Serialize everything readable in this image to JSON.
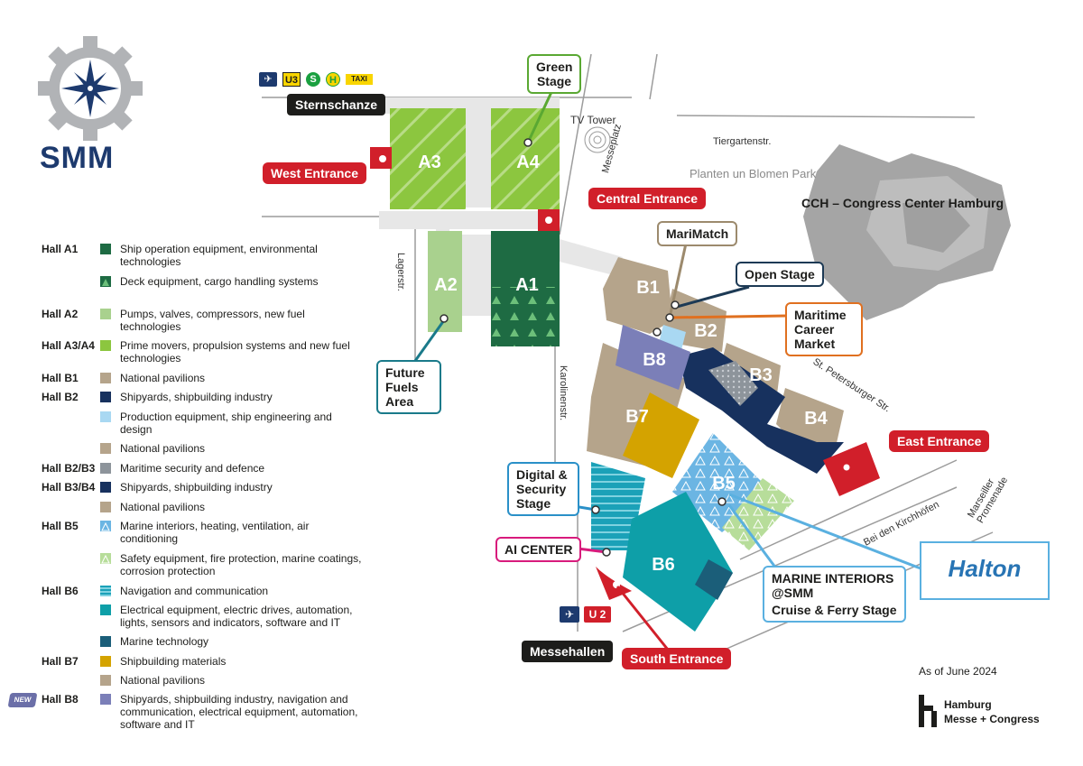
{
  "logo": {
    "text": "SMM"
  },
  "transport_top": {
    "station": "Sternschanze",
    "icons": [
      "airplane-icon",
      "u3-icon",
      "s-bahn-icon",
      "h-bus-icon",
      "taxi-icon"
    ],
    "u3": "U3",
    "s": "S",
    "h": "H",
    "taxi": "TAXI"
  },
  "transport_bottom": {
    "station": "Messehallen",
    "u2": "U 2"
  },
  "halls": {
    "A1": "A1",
    "A2": "A2",
    "A3": "A3",
    "A4": "A4",
    "B1": "B1",
    "B2": "B2",
    "B3": "B3",
    "B4": "B4",
    "B5": "B5",
    "B6": "B6",
    "B7": "B7",
    "B8": "B8"
  },
  "entrances": {
    "west": "West Entrance",
    "central": "Central Entrance",
    "east": "East Entrance",
    "south": "South Entrance"
  },
  "callouts": {
    "green_stage": "Green Stage",
    "marimatch": "MariMatch",
    "open_stage": "Open Stage",
    "career": "Maritime Career Market",
    "future_fuels": "Future Fuels Area",
    "digital": "Digital & Security Stage",
    "ai_center": "AI CENTER",
    "marine_interiors_1": "MARINE INTERIORS",
    "marine_interiors_2": "@SMM",
    "marine_interiors_3": "Cruise & Ferry Stage"
  },
  "landmarks": {
    "tv_tower": "TV Tower",
    "planten": "Planten un Blomen Park",
    "cch": "CCH – Congress Center Hamburg"
  },
  "streets": {
    "tiergarten": "Tiergartenstr.",
    "messeplatz": "Messeplatz",
    "lager": "Lagerstr.",
    "karolinen": "Karolinenstr.",
    "petersburger": "St. Petersburger Str.",
    "kirchhoefen": "Bei den Kirchhöfen",
    "marseiller_1": "Marseiller",
    "marseiller_2": "Promenade"
  },
  "sponsor": "Halton",
  "as_of": "As of June 2024",
  "organizer": {
    "line1": "Hamburg",
    "line2": "Messe + Congress"
  },
  "legend": {
    "new_badge": "NEW",
    "items": [
      {
        "hall": "Hall A1",
        "color": "#1e6b43",
        "text": "Ship operation equipment, environmental technologies"
      },
      {
        "hall": "",
        "color": "#1e6b43",
        "text": "Deck equipment, cargo handling systems"
      },
      {
        "hall": "Hall A2",
        "color": "#a9d18e",
        "text": "Pumps, valves, compressors, new fuel technologies"
      },
      {
        "hall": "Hall A3/A4",
        "color": "#8cc63f",
        "text": "Prime movers, propulsion systems and new fuel technologies"
      },
      {
        "hall": "Hall B1",
        "color": "#b5a48b",
        "text": "National pavilions"
      },
      {
        "hall": "Hall B2",
        "color": "#17315e",
        "text": "Shipyards, shipbuilding industry"
      },
      {
        "hall": "",
        "color": "#a9d8f2",
        "text": "Production equipment, ship engineering and design"
      },
      {
        "hall": "",
        "color": "#b5a48b",
        "text": "National pavilions"
      },
      {
        "hall": "Hall B2/B3",
        "color": "#9aa0a6",
        "text": "Maritime security and defence"
      },
      {
        "hall": "Hall B3/B4",
        "color": "#17315e",
        "text": "Shipyards, shipbuilding industry"
      },
      {
        "hall": "",
        "color": "#b5a48b",
        "text": "National pavilions"
      },
      {
        "hall": "Hall B5",
        "color": "#6bb5e3",
        "text": "Marine interiors, heating, ventilation, air conditioning"
      },
      {
        "hall": "",
        "color": "#b7dd9a",
        "text": "Safety equipment, fire protection, marine coatings, corrosion protection"
      },
      {
        "hall": "Hall B6",
        "color": "#1ba1b8",
        "text": "Navigation and communication"
      },
      {
        "hall": "",
        "color": "#0e9fa8",
        "text": "Electrical equipment, electric drives, automation, lights, sensors and indicators, software and IT"
      },
      {
        "hall": "",
        "color": "#1b5e79",
        "text": "Marine technology"
      },
      {
        "hall": "Hall B7",
        "color": "#d4a300",
        "text": "Shipbuilding materials"
      },
      {
        "hall": "",
        "color": "#b5a48b",
        "text": "National pavilions"
      },
      {
        "hall": "Hall B8",
        "color": "#7b7fb8",
        "text": "Shipyards, shipbuilding industry, navigation and communication, electrical equipment, automation, software and IT"
      }
    ]
  }
}
